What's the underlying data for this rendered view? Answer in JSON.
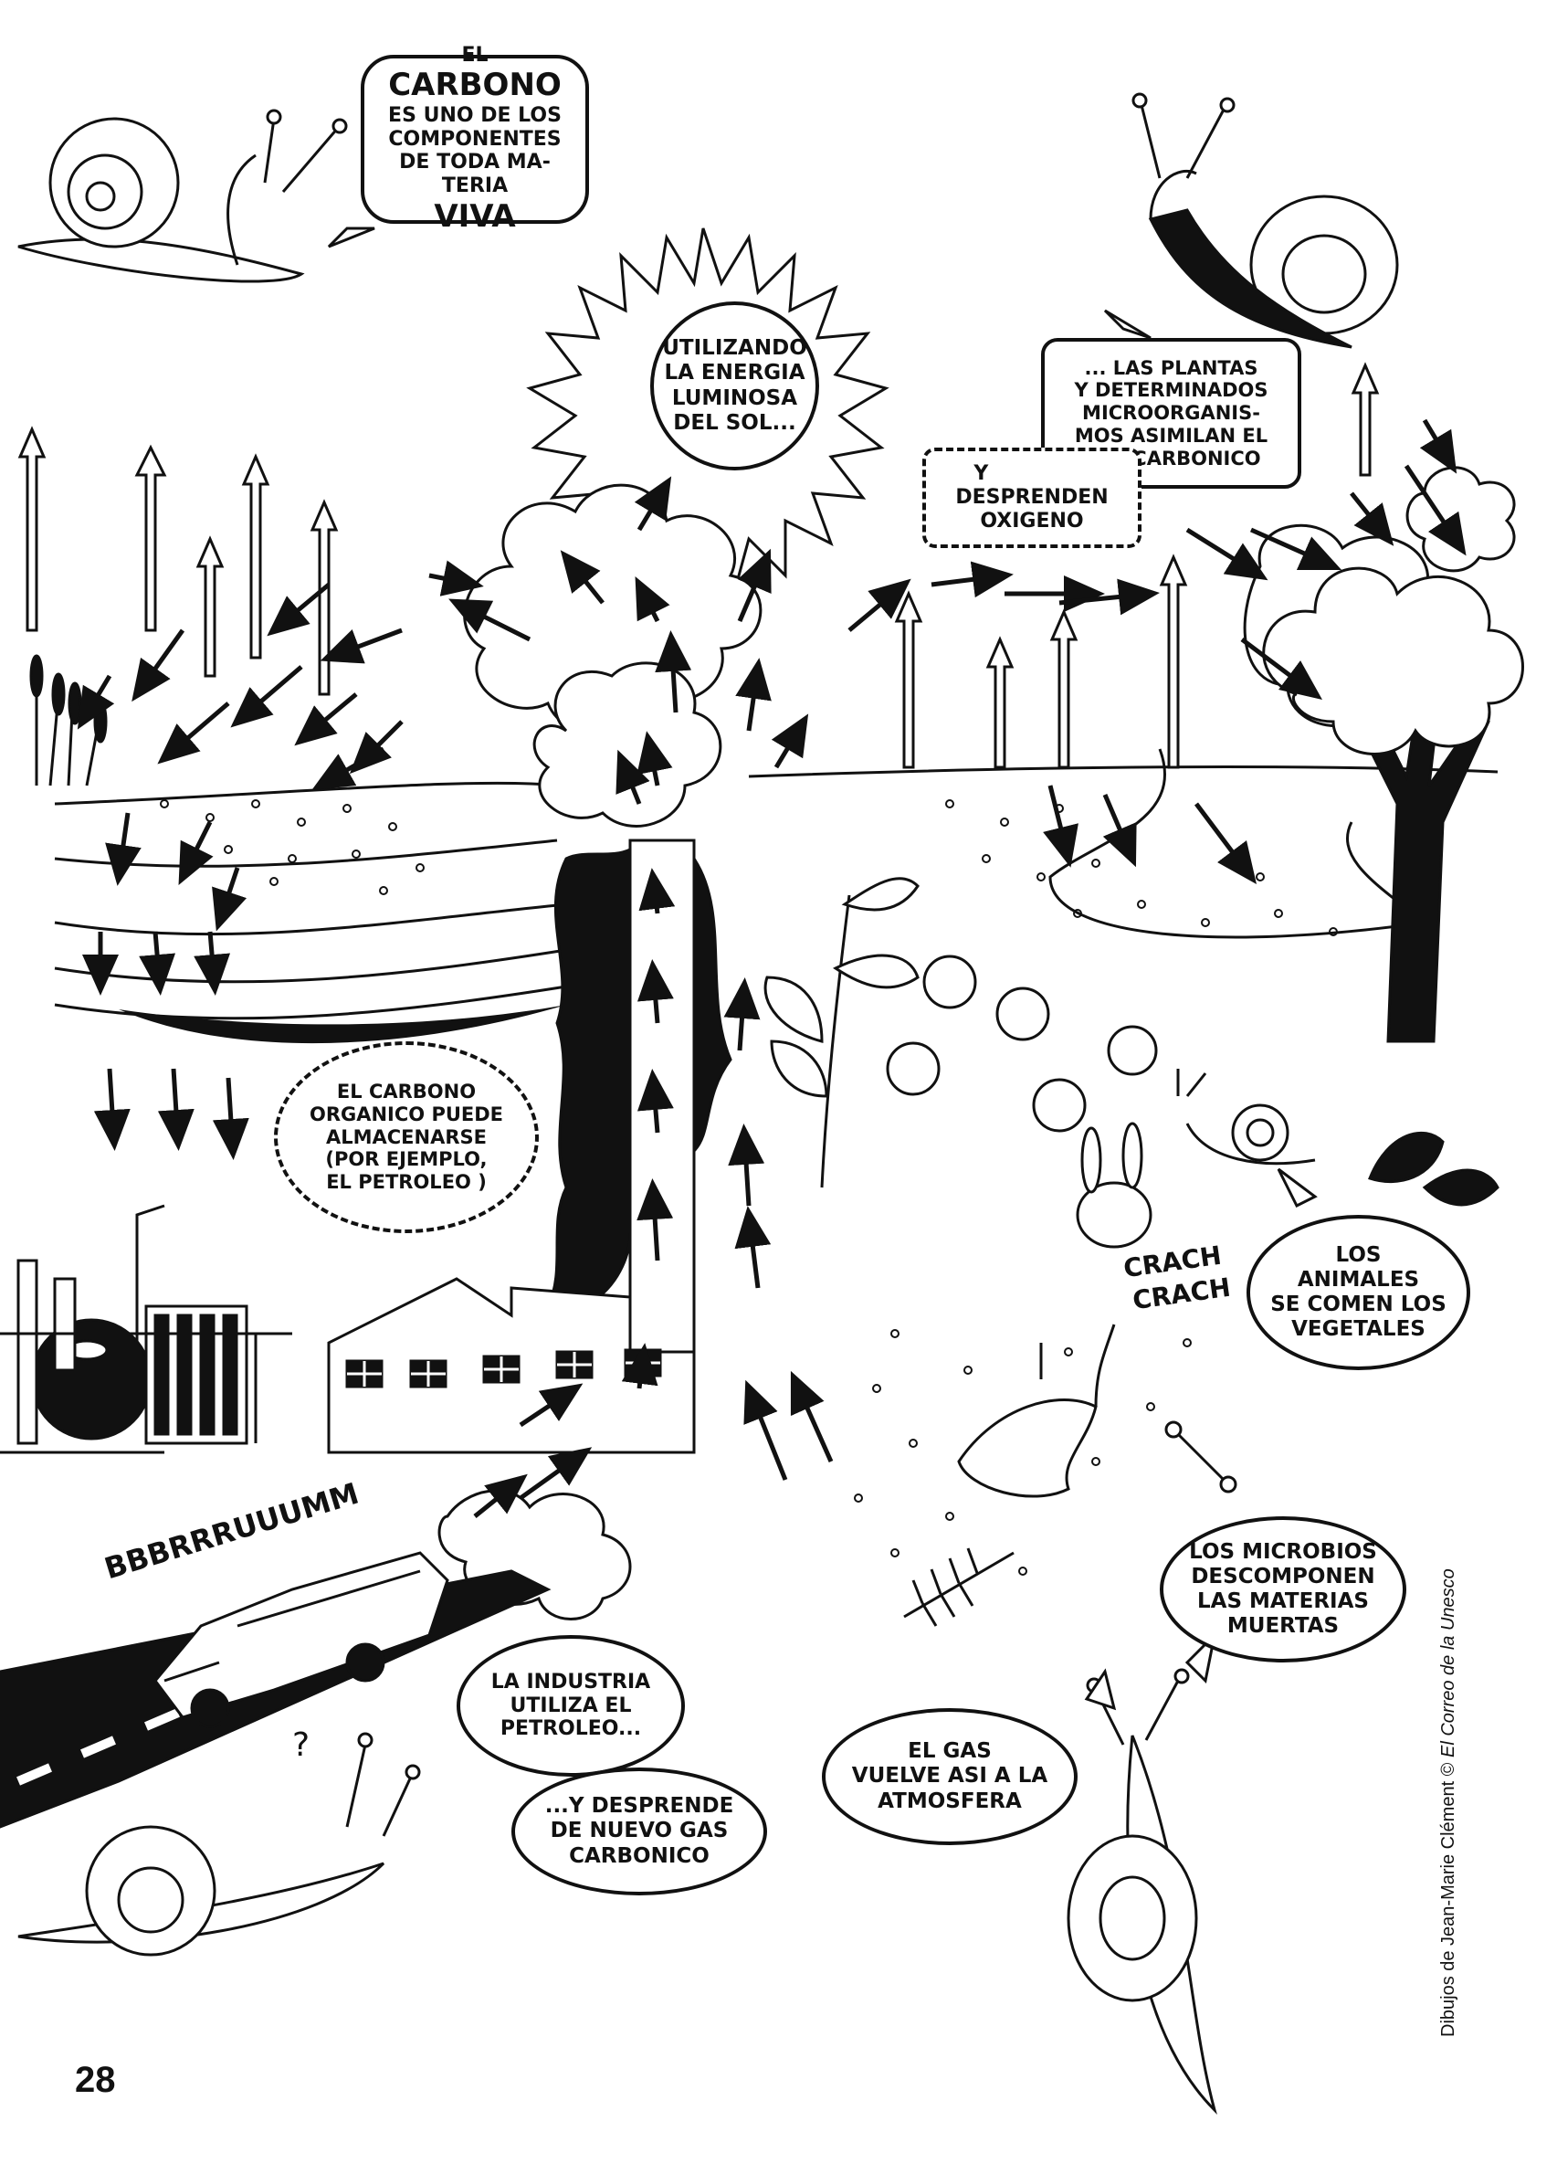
{
  "page_number": "28",
  "credit": {
    "prefix": "Dibujos de Jean-Marie Clément © ",
    "source": "El Correo de la Unesco"
  },
  "bubbles": {
    "carbono": {
      "l1a": "EL ",
      "l1b": "CARBONO",
      "l2": "ES UNO DE LOS",
      "l3": "COMPONENTES",
      "l4": "DE TODA MA-",
      "l5a": "TERIA ",
      "l5b": "VIVA"
    },
    "sol": {
      "l1": "UTILIZANDO",
      "l2": "LA ENERGIA",
      "l3": "LUMINOSA",
      "l4": "DEL SOL..."
    },
    "plantas": {
      "l1": "... LAS PLANTAS",
      "l2": "Y DETERMINADOS",
      "l3": "MICROORGANIS-",
      "l4": "MOS ASIMILAN EL",
      "l5": "GAS CARBONICO"
    },
    "oxigeno": {
      "l1": "Y",
      "l2": "DESPRENDEN",
      "l3": "OXIGENO"
    },
    "organico": {
      "l1": "EL CARBONO",
      "l2": "ORGANICO PUEDE",
      "l3": "ALMACENARSE",
      "l4": "(POR EJEMPLO,",
      "l5": "EL PETROLEO )"
    },
    "animales": {
      "l1": "LOS",
      "l2": "ANIMALES",
      "l3": "SE COMEN LOS",
      "l4": "VEGETALES"
    },
    "microbios": {
      "l1": "LOS MICROBIOS",
      "l2": "DESCOMPONEN",
      "l3": "LAS MATERIAS",
      "l4": "MUERTAS"
    },
    "industria": {
      "l1": "LA INDUSTRIA",
      "l2": "UTILIZA EL",
      "l3": "PETROLEO..."
    },
    "desprende": {
      "l1": "...Y DESPRENDE",
      "l2": "DE NUEVO GAS",
      "l3": "CARBONICO"
    },
    "gas": {
      "l1": "EL GAS",
      "l2": "VUELVE ASI A LA",
      "l3": "ATMOSFERA"
    }
  },
  "sounds": {
    "engine": "BBBRRRUUUMM",
    "crach1": "CRACH",
    "crach2": "CRACH",
    "question": "?"
  }
}
